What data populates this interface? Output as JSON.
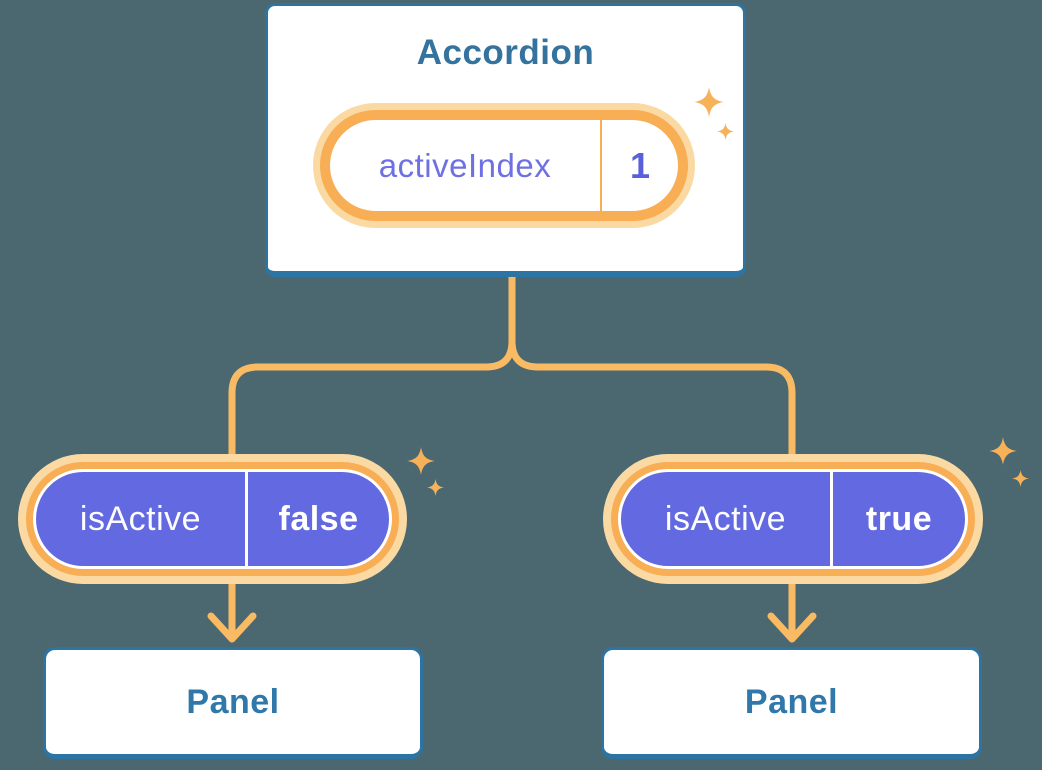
{
  "diagram": {
    "description": "Component tree: Accordion holding state, passing isActive props to two Panels",
    "background_color": "#4B6770",
    "accordion": {
      "title": "Accordion",
      "state_pill": {
        "label": "activeIndex",
        "value": "1"
      }
    },
    "children": [
      {
        "prop_pill": {
          "label": "isActive",
          "value": "false"
        },
        "panel": {
          "title": "Panel"
        }
      },
      {
        "prop_pill": {
          "label": "isActive",
          "value": "true"
        },
        "panel": {
          "title": "Panel"
        }
      }
    ],
    "colors": {
      "background": "#4B6770",
      "card_fill": "#FFFFFF",
      "card_border_blue": "#2B74A4",
      "heading_text_blue": "#34739D",
      "pill_ring_orange": "#F7AE54",
      "pill_glow_orange": "#FBD9A3",
      "connector_orange": "#F8BB63",
      "prop_pill_purple": "#6269E1",
      "state_label_purple": "#6E70E3",
      "state_value_purple": "#5B60DA",
      "sparkle_orange": "#F6B159"
    }
  }
}
